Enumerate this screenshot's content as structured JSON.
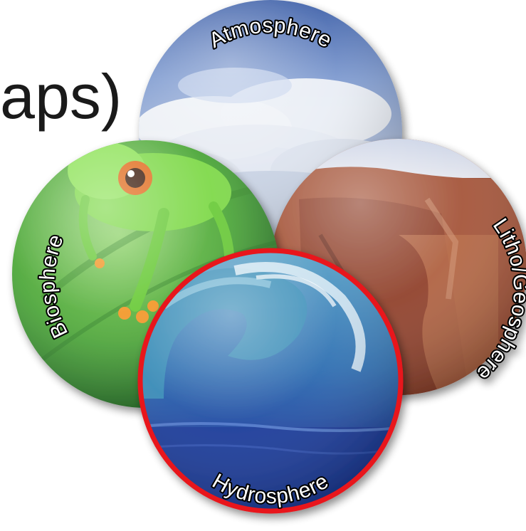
{
  "title_fragment": "aps)",
  "badges": {
    "atmosphere": {
      "label": "Atmosphere"
    },
    "biosphere": {
      "label": "Biosphere"
    },
    "lithosphere": {
      "label": "Litho/Geosphere"
    },
    "hydrosphere": {
      "label": "Hydrosphere",
      "highlight_color": "#e8141a"
    }
  }
}
